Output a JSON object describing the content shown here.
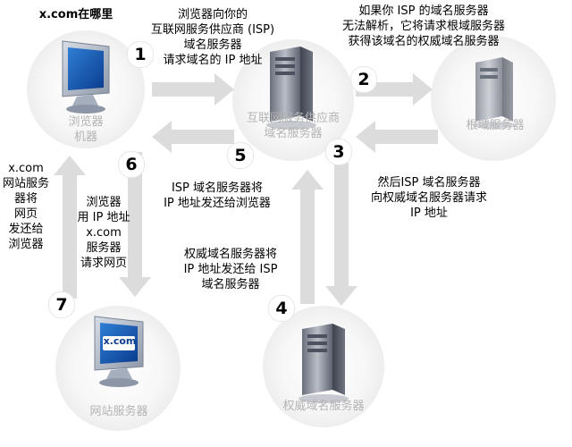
{
  "nodes": {
    "browser": {
      "caption_line1": "浏览器",
      "caption_line2": "机器",
      "top_label": "x.com在哪里"
    },
    "isp_dns": {
      "caption_line1": "互联网服务供应商",
      "caption_line2": "域名服务器"
    },
    "root_dns": {
      "caption": "根域服务器"
    },
    "auth_dns": {
      "caption": "权威域名服务器"
    },
    "web_server": {
      "caption": "网站服务器",
      "screen_text": "x.com"
    }
  },
  "steps": [
    {
      "num": "1",
      "lines": [
        "浏览器向你的",
        "互联网服务供应商 (ISP)",
        "域名服务器",
        "请求域名的 IP 地址"
      ]
    },
    {
      "num": "2",
      "lines": [
        "如果你 ISP 的域名服务器",
        "无法解析，它将请求根域服务器",
        "获得该域名的权威域名服务器"
      ]
    },
    {
      "num": "3",
      "lines": [
        "然后ISP 域名服务器",
        "向权威域名服务器请求",
        "IP 地址"
      ]
    },
    {
      "num": "4",
      "lines": [
        "权威域名服务器将",
        "IP 地址发还给 ISP",
        "域名服务器"
      ]
    },
    {
      "num": "5",
      "lines": [
        "ISP 域名服务器将",
        "IP 地址发还给浏览器"
      ]
    },
    {
      "num": "6",
      "lines": [
        "浏览器",
        "用 IP 地址",
        "x.com",
        "服务器",
        "请求网页"
      ]
    },
    {
      "num": "7",
      "lines": [
        "x.com",
        "网站服务",
        "器将",
        "网页",
        "发还给",
        "浏览器"
      ]
    }
  ],
  "colors": {
    "arrow": "#dcdcdc",
    "node_circle": "#f1f1f1",
    "caption": "#b3b3b3",
    "text": "#000000"
  },
  "icons": {
    "browser": "monitor-icon",
    "isp_dns": "server-tower-icon",
    "root_dns": "server-tower-icon",
    "auth_dns": "server-tower-icon",
    "web_server": "monitor-icon"
  }
}
